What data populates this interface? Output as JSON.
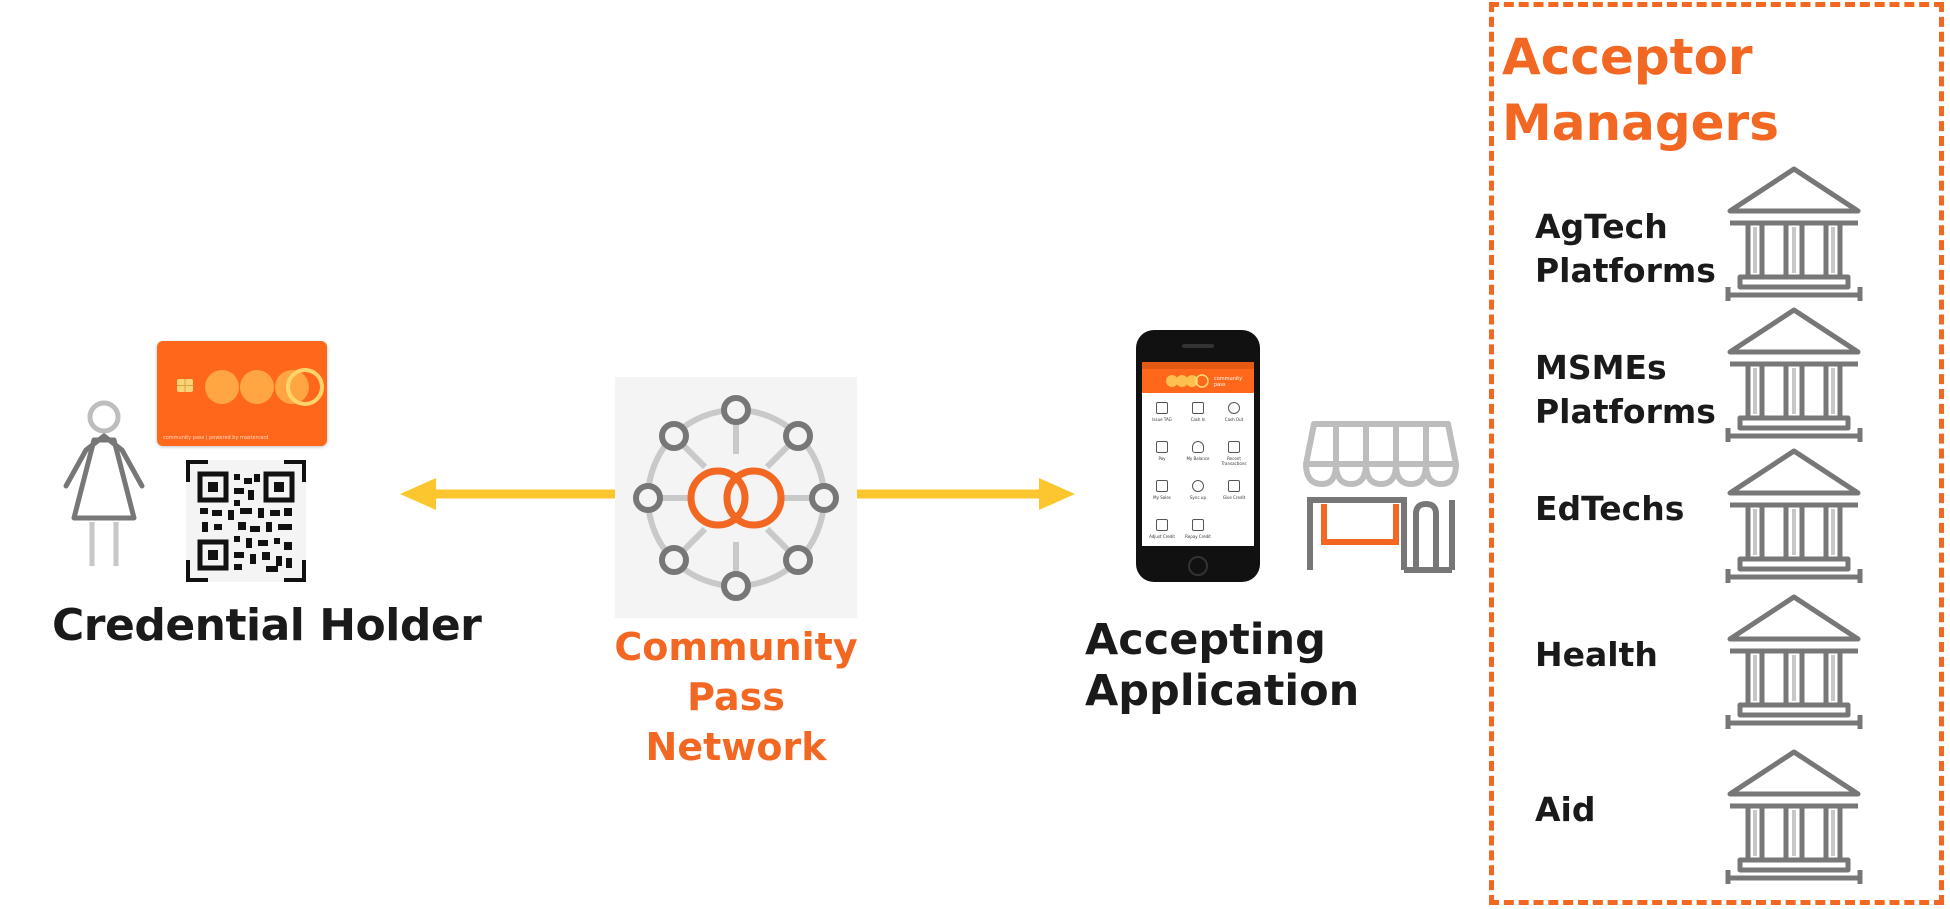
{
  "credential_holder": {
    "title": "Credential Holder",
    "card_footer": "community pass | powered by mastercard"
  },
  "network": {
    "title_lines": [
      "Community",
      "Pass",
      "Network"
    ]
  },
  "application": {
    "title_lines": [
      "Accepting",
      "Application"
    ],
    "screen_header": "community pass",
    "menu_items": [
      "Issue TAG",
      "Cash In",
      "Cash Out",
      "Pay",
      "My Balance",
      "Recent Transactions",
      "My Sales",
      "Sync up",
      "Give Credit",
      "Adjust Credit",
      "Repay Credit"
    ]
  },
  "acceptor": {
    "title_lines": [
      "Acceptor",
      "Managers"
    ],
    "items": [
      {
        "lines": [
          "AgTech",
          "Platforms"
        ]
      },
      {
        "lines": [
          "MSMEs",
          "Platforms"
        ]
      },
      {
        "lines": [
          "EdTechs"
        ]
      },
      {
        "lines": [
          "Health"
        ]
      },
      {
        "lines": [
          "Aid"
        ]
      }
    ]
  },
  "colors": {
    "accent": "#f26722",
    "arrow": "#fcc72e",
    "icon_gray": "#666666",
    "light_gray": "#c7c7c7"
  },
  "icons": [
    "person-icon",
    "card-icon",
    "qr-code-icon",
    "network-icon",
    "phone-icon",
    "storefront-icon",
    "institution-icon"
  ]
}
